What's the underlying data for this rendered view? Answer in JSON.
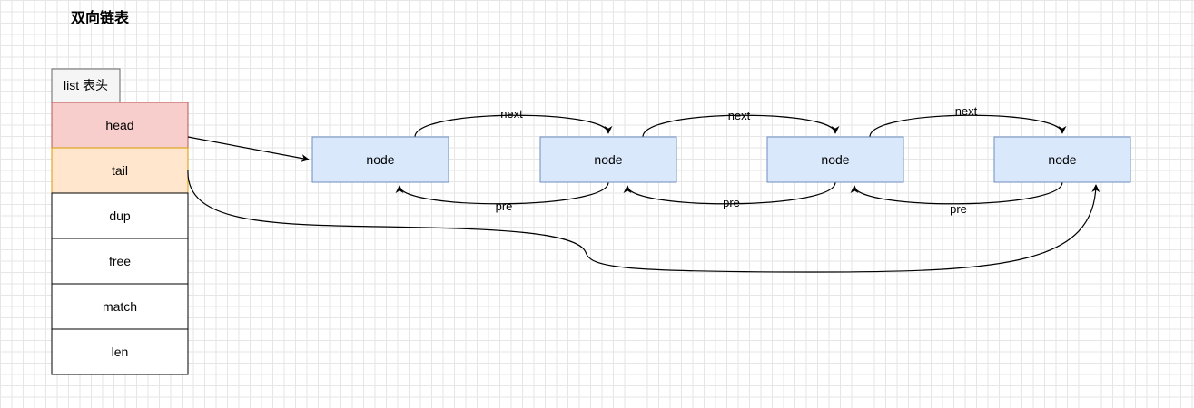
{
  "title": "双向链表",
  "list_header": "list 表头",
  "fields": [
    "head",
    "tail",
    "dup",
    "free",
    "match",
    "len"
  ],
  "field_colors": {
    "head": "#f8cecc",
    "tail": "#ffe6cc",
    "default": "#ffffff"
  },
  "field_strokes": {
    "head": "#b85450",
    "tail": "#d79b00",
    "default": "#000000"
  },
  "nodes": [
    "node",
    "node",
    "node",
    "node"
  ],
  "node_fill": "#dae8fc",
  "node_stroke": "#6c8ebf",
  "next_labels": [
    "next",
    "next",
    "next"
  ],
  "pre_labels": [
    "pre",
    "pre",
    "pre"
  ]
}
